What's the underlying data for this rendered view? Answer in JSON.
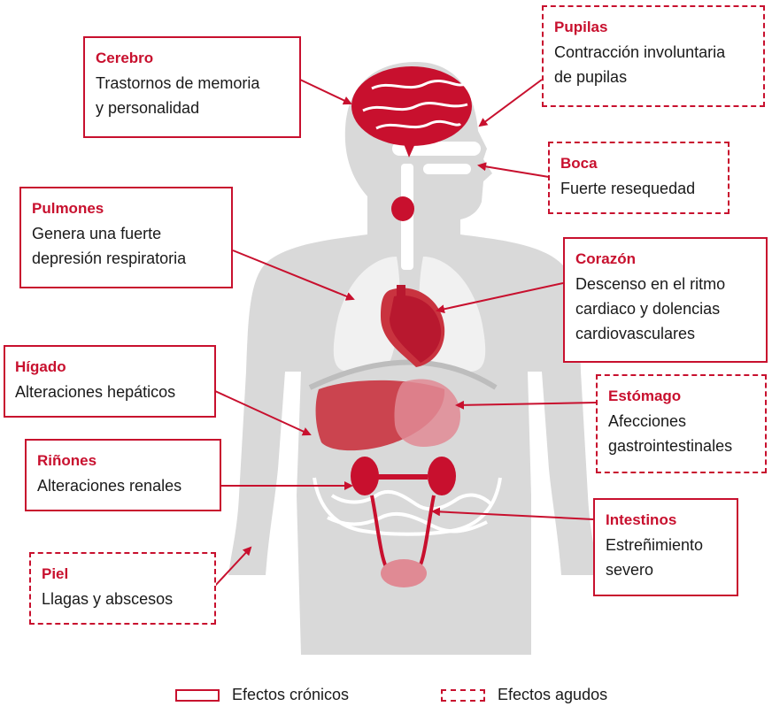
{
  "colors": {
    "accent": "#c8102e",
    "silhouette": "#d9d9d9",
    "organ_dark": "#b8182f",
    "organ_mid": "#c9333f",
    "organ_light": "#e08a94",
    "organ_white": "#ffffff"
  },
  "callouts": {
    "cerebro": {
      "title": "Cerebro",
      "lines": [
        "Trastornos de memoria",
        "y personalidad"
      ],
      "type": "chronic"
    },
    "pupilas": {
      "title": "Pupilas",
      "lines": [
        "Contracción involuntaria",
        "de pupilas"
      ],
      "type": "acute"
    },
    "boca": {
      "title": "Boca",
      "lines": [
        "Fuerte resequedad"
      ],
      "type": "acute"
    },
    "pulmones": {
      "title": "Pulmones",
      "lines": [
        "Genera una fuerte",
        "depresión respiratoria"
      ],
      "type": "chronic"
    },
    "corazon": {
      "title": "Corazón",
      "lines": [
        "Descenso en el ritmo",
        "cardiaco y dolencias",
        "cardiovasculares"
      ],
      "type": "chronic"
    },
    "higado": {
      "title": "Hígado",
      "lines": [
        "Alteraciones hepáticos"
      ],
      "type": "chronic"
    },
    "estomago": {
      "title": "Estómago",
      "lines": [
        "Afecciones",
        "gastrointestinales"
      ],
      "type": "acute"
    },
    "rinones": {
      "title": "Riñones",
      "lines": [
        "Alteraciones renales"
      ],
      "type": "chronic"
    },
    "intestinos": {
      "title": "Intestinos",
      "lines": [
        "Estreñimiento",
        "severo"
      ],
      "type": "chronic"
    },
    "piel": {
      "title": "Piel",
      "lines": [
        "Llagas y abscesos"
      ],
      "type": "acute"
    }
  },
  "legend": {
    "chronic_label": "Efectos crónicos",
    "acute_label": "Efectos agudos"
  }
}
